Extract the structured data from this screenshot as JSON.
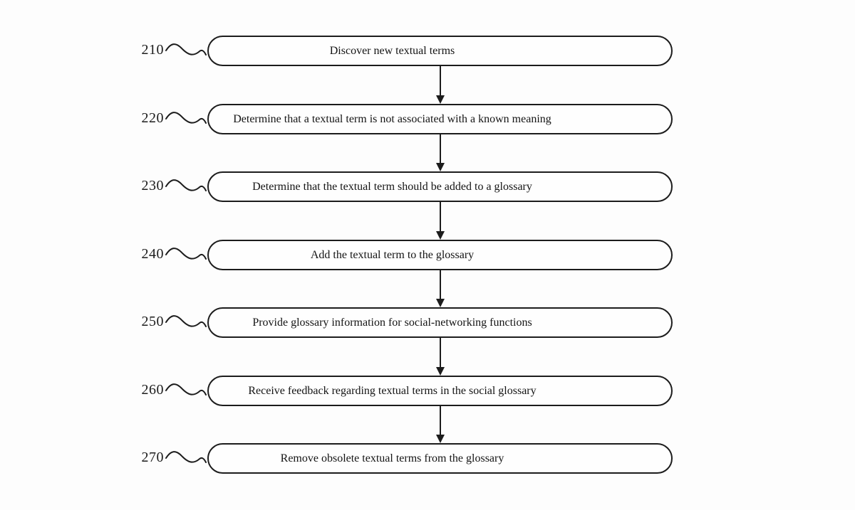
{
  "figure": {
    "type": "flowchart",
    "background_color": "#fdfdfd",
    "line_color": "#1c1c1c",
    "box_fill": "#fefefe"
  },
  "steps": [
    {
      "ref": "210",
      "text": "Discover new textual terms"
    },
    {
      "ref": "220",
      "text": "Determine that a textual term is not associated with a known meaning"
    },
    {
      "ref": "230",
      "text": "Determine that the textual term should be added to a glossary"
    },
    {
      "ref": "240",
      "text": "Add the textual term to the glossary"
    },
    {
      "ref": "250",
      "text": "Provide glossary information for social-networking functions"
    },
    {
      "ref": "260",
      "text": "Receive feedback regarding textual terms in the social glossary"
    },
    {
      "ref": "270",
      "text": "Remove obsolete textual terms from the glossary"
    }
  ],
  "flow": [
    {
      "from": "210",
      "to": "220"
    },
    {
      "from": "220",
      "to": "230"
    },
    {
      "from": "230",
      "to": "240"
    },
    {
      "from": "240",
      "to": "250"
    },
    {
      "from": "250",
      "to": "260"
    },
    {
      "from": "260",
      "to": "270"
    }
  ]
}
